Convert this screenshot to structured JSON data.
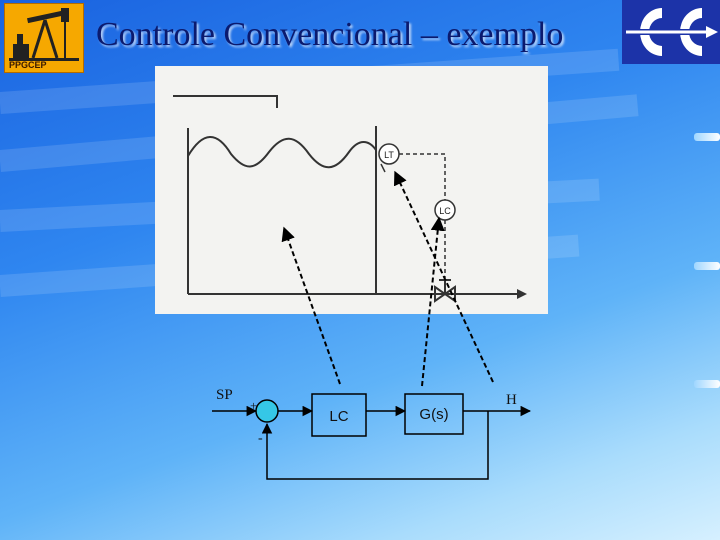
{
  "slide": {
    "title": "Controle Convencional – exemplo",
    "logo_left_text": "PPGCEP"
  },
  "process_sketch": {
    "level_transmitter_label": "LT",
    "level_controller_label": "LC"
  },
  "block_diagram": {
    "setpoint_label": "SP",
    "plus_sign": "+",
    "minus_sign": "-",
    "controller_label": "LC",
    "plant_label": "G(s)",
    "output_label": "H"
  }
}
